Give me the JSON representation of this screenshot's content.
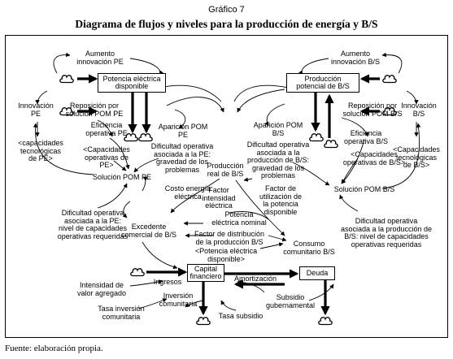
{
  "figure": {
    "number": "Gráfico 7",
    "title": "Diagrama de flujos y niveles para la producción de energía y B/S",
    "source": "Fuente: elaboración propia."
  },
  "stocks": {
    "potencia_pe": "Potencia eléctrica\ndisponible",
    "potencial_bs": "Producción\npotencial de B/S",
    "capital": "Capital\nfinanciero",
    "deuda": "Deuda"
  },
  "labels": {
    "aumento_pe": "Aumento\ninnovación PE",
    "aumento_bs": "Aumento\ninnovación B/S",
    "innovacion_pe": "Innovación\nPE",
    "innovacion_bs": "Innovación\nB/S",
    "reposicion_pe": "Reposición por\nsolución POM PE",
    "reposicion_bs": "Reposición por\nsolución POM B/S",
    "eficiencia_pe": "Eficiencia\noperativa PE",
    "eficiencia_bs": "Eficiencia\noperativa B/S",
    "aparicion_pe": "Aparición POM PE",
    "aparicion_bs": "Aparición POM B/S",
    "cap_op_pe": "<Capacidades\noperativas de\nPE>",
    "cap_op_bs": "<Capacidades\noperativas de B/S>",
    "cap_tec_pe": "<capacidades\ntecnológicas\nde PE>",
    "cap_tec_bs": "<Capacidades\ntecnológicas\nde B/S>",
    "dificultad_pe": "Dificultad operativa\nasociada a la PE:\ngravedad de los\nproblemas",
    "dificultad_bs": "Dificultad operativa\nasociada a la\nproducción de B/S:\ngravedad de los\nproblemas",
    "solucion_pe": "Solución POM PE",
    "solucion_bs": "Solución POM B/S",
    "produccion_real": "Producción\nreal de B/S",
    "costo_energia": "Costo energía\neléctrica",
    "factor_intensidad": "Factor\nintensidad\neléctrica",
    "factor_utilizacion": "Factor de\nutilización de\nla potencia\ndisponible",
    "dif_nivel_pe": "Dificultad operativa\nasociada a la PE:\nnivel de capacidades\noperativas requeridas",
    "dif_nivel_bs": "Dificultad operativa\nasociada a la producción de\nB/S: nivel de capacidades\noperativas requeridas",
    "potencia_nominal": "Potencia\neléctrica nominal",
    "excedente": "Excedente\ncomercial de B/S",
    "factor_distribucion": "Factor de distribución\nde la producción B/S",
    "potencia_disponible_ref": "<Potencia eléctrica\ndisponible>",
    "consumo": "Consumo\ncomunitario B/S",
    "ingresos": "Ingresos",
    "amortizacion": "Amortización",
    "intensidad_valor": "Intensidad de\nvalor agregado",
    "inversion": "Inversión\ncomunitaria",
    "subsidio": "Subsidio\ngubernamental",
    "tasa_inversion": "Tasa inversión\ncomunitaria",
    "tasa_subsidio": "Tasa subsidio"
  }
}
